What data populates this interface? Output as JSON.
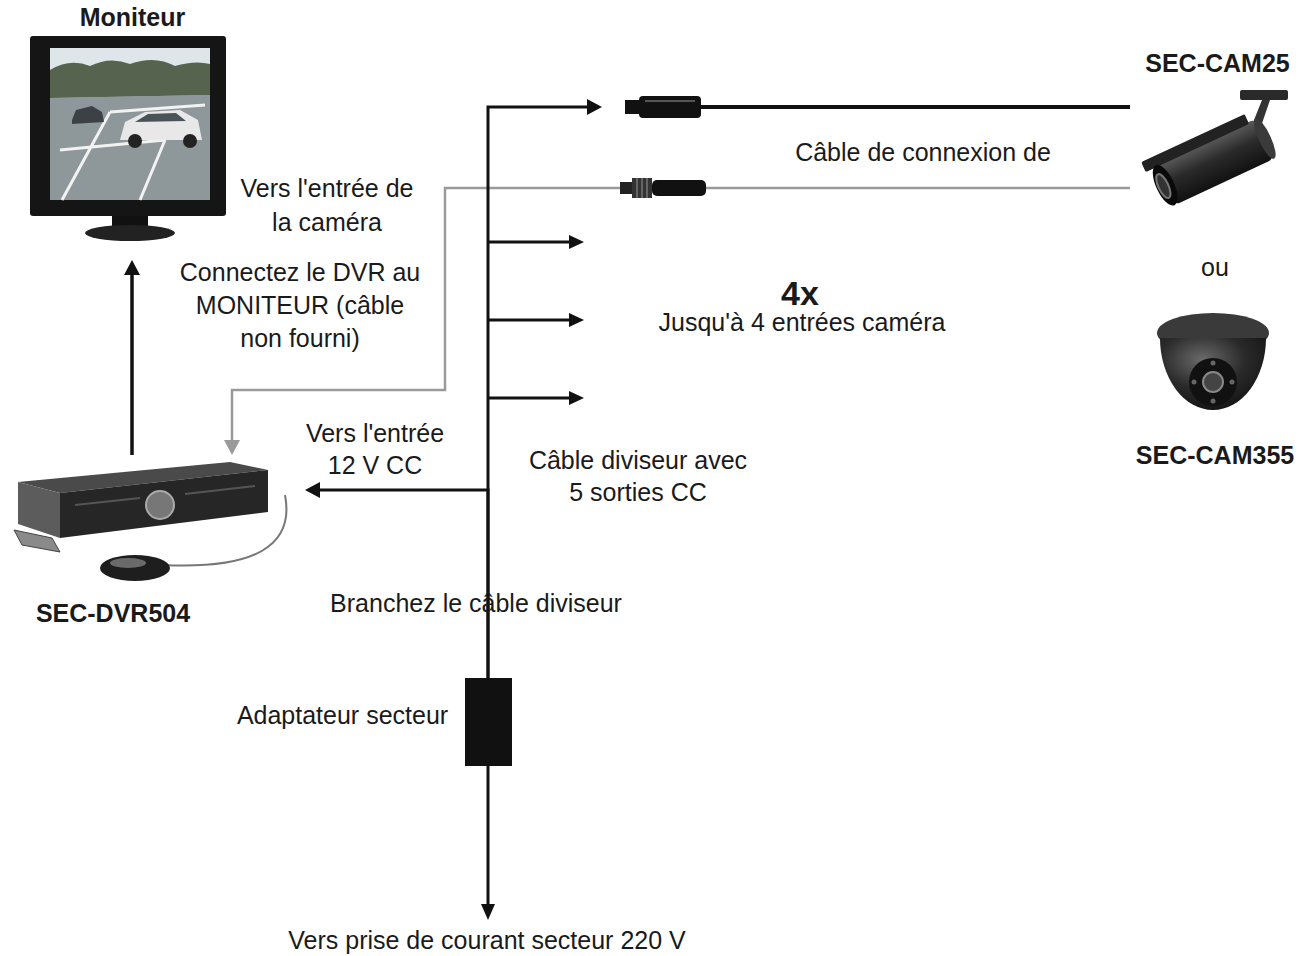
{
  "diagram": {
    "nodes": [
      {
        "text": [
          "Moniteur"
        ]
      },
      {
        "text": [
          "SEC-CAM25"
        ]
      },
      {
        "text": [
          "SEC-CAM355"
        ]
      },
      {
        "text": [
          "SEC-DVR504"
        ]
      },
      {
        "text": [
          "Adaptateur secteur"
        ]
      }
    ],
    "edges": [
      {
        "from": 3,
        "to": 0,
        "arrow": "to",
        "label": "Connectez le DVR au MONITEUR (câble non fourni)"
      },
      {
        "from": 1,
        "to": 3,
        "arrow": "to",
        "label": "Vers l'entrée de la caméra"
      },
      {
        "from": 4,
        "to": 3,
        "arrow": "to",
        "label": "Vers l'entrée 12 V CC"
      },
      {
        "from": 4,
        "to": 1,
        "arrow": "to"
      }
    ],
    "labels": [
      "Câble de connexion de",
      "4x",
      "Jusqu'à 4 entrées caméra",
      "ou",
      "Câble diviseur avec 5 sorties CC",
      "Branchez le câble diviseur",
      "Vers prise de courant secteur 220 V"
    ]
  }
}
